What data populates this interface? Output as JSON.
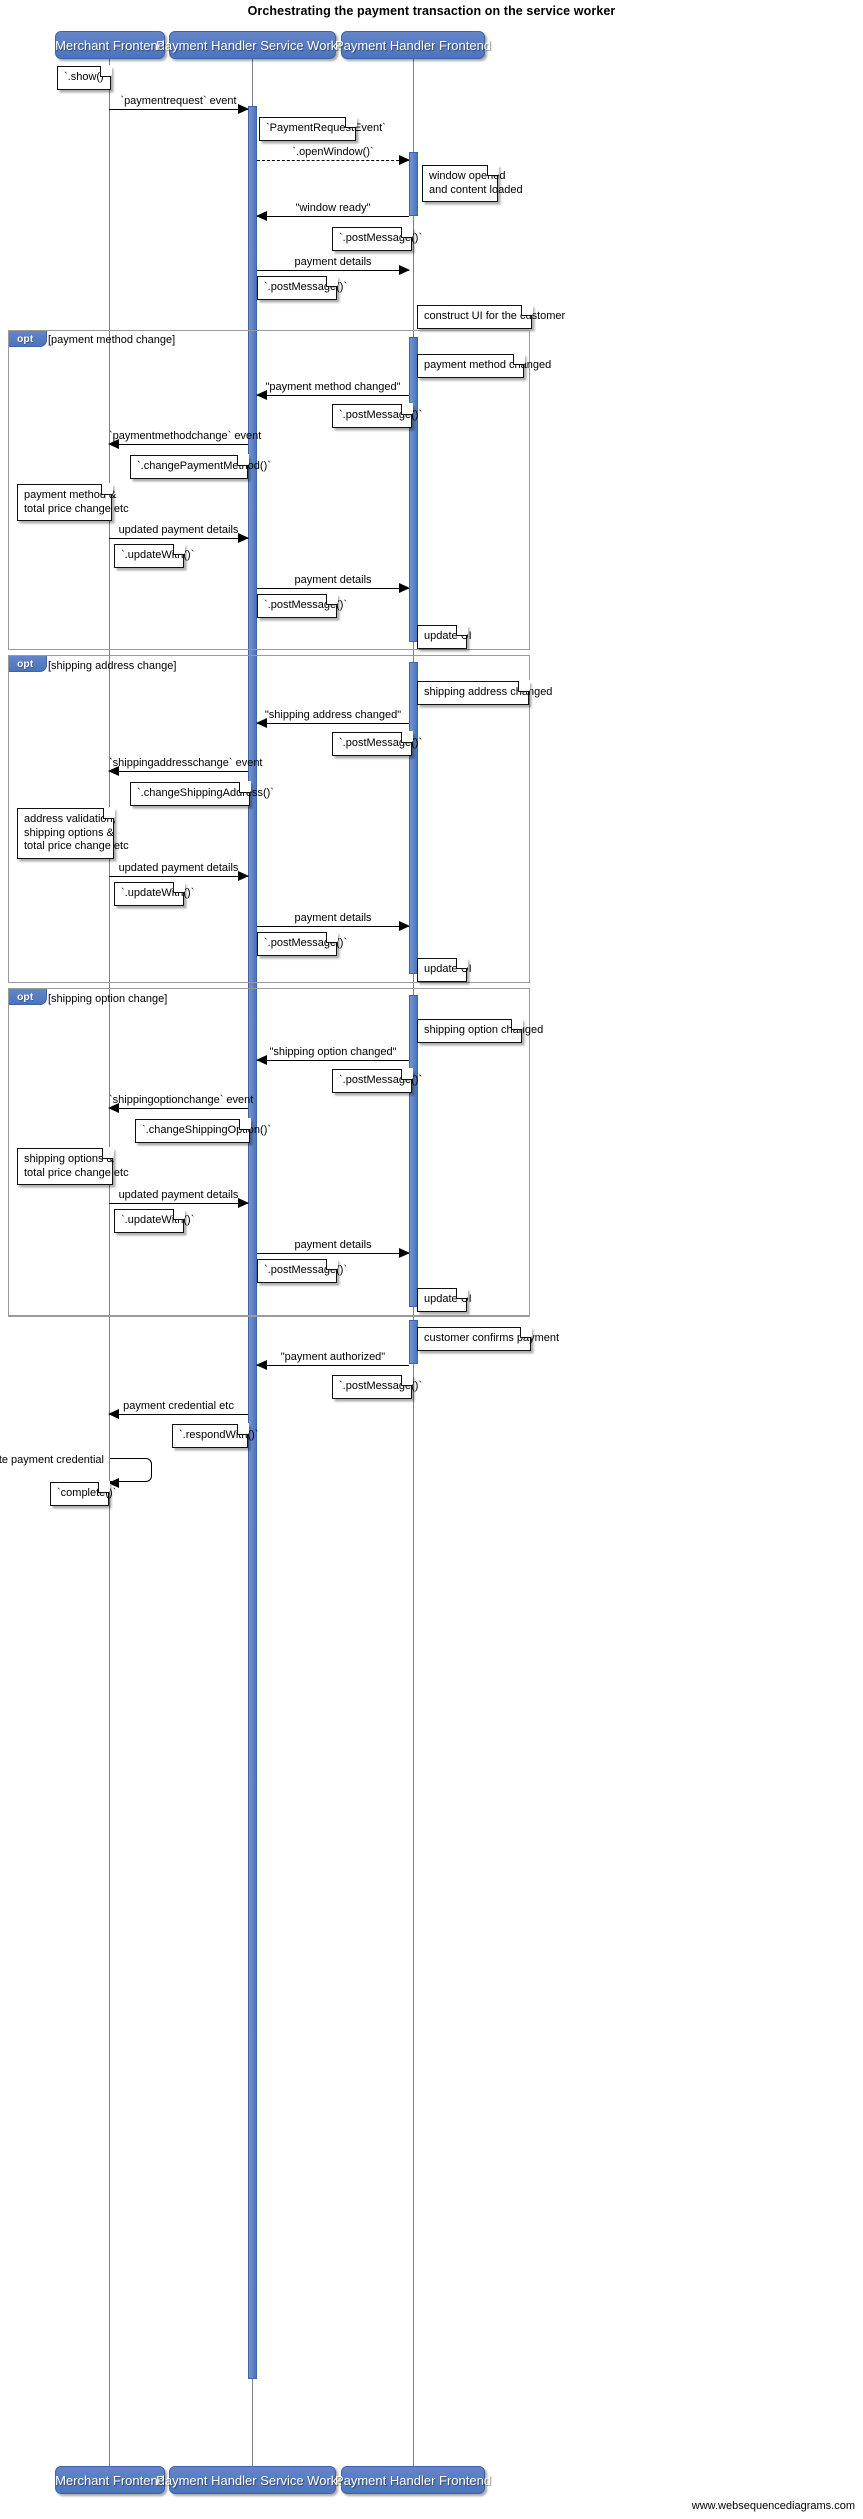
{
  "title": "Orchestrating the payment transaction on the service worker",
  "footer": "www.websequencediagrams.com",
  "colors": {
    "actor_fill": "#5b7fc4",
    "actor_border": "#3f63a8",
    "activation_fill": "#5b7fc4",
    "fragment_border": "#9a9a9a",
    "lifeline": "#808080",
    "note_border": "#111111",
    "text": "#000000"
  },
  "actors": [
    {
      "id": "merchant",
      "label": "Merchant Frontend"
    },
    {
      "id": "sw",
      "label": "Payment Handler Service Worker"
    },
    {
      "id": "phf",
      "label": "Payment Handler Frontend"
    }
  ],
  "fragments": [
    {
      "tab": "opt",
      "condition": "[payment method change]"
    },
    {
      "tab": "opt",
      "condition": "[shipping address change]"
    },
    {
      "tab": "opt",
      "condition": "[shipping option change]"
    }
  ],
  "messages": [
    {
      "id": "m1",
      "label": "`paymentrequest` event",
      "from": "merchant",
      "to": "sw",
      "style": "solid"
    },
    {
      "id": "m2",
      "label": "`.openWindow()`",
      "from": "sw",
      "to": "phf",
      "style": "dashed"
    },
    {
      "id": "m3",
      "label": "\"window ready\"",
      "from": "phf",
      "to": "sw",
      "style": "solid"
    },
    {
      "id": "m4",
      "label": "payment details",
      "from": "sw",
      "to": "phf",
      "style": "solid"
    },
    {
      "id": "m5",
      "label": "\"payment method changed\"",
      "from": "phf",
      "to": "sw",
      "style": "solid"
    },
    {
      "id": "m6",
      "label": "`paymentmethodchange` event",
      "from": "sw",
      "to": "merchant",
      "style": "solid"
    },
    {
      "id": "m7",
      "label": "updated payment details",
      "from": "merchant",
      "to": "sw",
      "style": "solid"
    },
    {
      "id": "m8",
      "label": "payment details",
      "from": "sw",
      "to": "phf",
      "style": "solid"
    },
    {
      "id": "m9",
      "label": "\"shipping address changed\"",
      "from": "phf",
      "to": "sw",
      "style": "solid"
    },
    {
      "id": "m10",
      "label": "`shippingaddresschange` event",
      "from": "sw",
      "to": "merchant",
      "style": "solid"
    },
    {
      "id": "m11",
      "label": "updated payment details",
      "from": "merchant",
      "to": "sw",
      "style": "solid"
    },
    {
      "id": "m12",
      "label": "payment details",
      "from": "sw",
      "to": "phf",
      "style": "solid"
    },
    {
      "id": "m13",
      "label": "\"shipping option changed\"",
      "from": "phf",
      "to": "sw",
      "style": "solid"
    },
    {
      "id": "m14",
      "label": "`shippingoptionchange` event",
      "from": "sw",
      "to": "merchant",
      "style": "solid"
    },
    {
      "id": "m15",
      "label": "updated payment details",
      "from": "merchant",
      "to": "sw",
      "style": "solid"
    },
    {
      "id": "m16",
      "label": "payment details",
      "from": "sw",
      "to": "phf",
      "style": "solid"
    },
    {
      "id": "m17",
      "label": "\"payment authorized\"",
      "from": "phf",
      "to": "sw",
      "style": "solid"
    },
    {
      "id": "m18",
      "label": "payment credential etc",
      "from": "sw",
      "to": "merchant",
      "style": "solid"
    },
    {
      "id": "m19",
      "label": "validate payment credential",
      "from": "merchant",
      "to": "merchant",
      "style": "self"
    }
  ],
  "notes": [
    {
      "id": "n1",
      "text": "`.show()`"
    },
    {
      "id": "n2",
      "text": "`PaymentRequestEvent`"
    },
    {
      "id": "n3",
      "text": "window opened\nand content loaded"
    },
    {
      "id": "n4",
      "text": "`.postMessage()`"
    },
    {
      "id": "n5",
      "text": "`.postMessage()`"
    },
    {
      "id": "n6",
      "text": "construct UI for the customer"
    },
    {
      "id": "n7",
      "text": "payment method changed"
    },
    {
      "id": "n8",
      "text": "`.postMessage()`"
    },
    {
      "id": "n9",
      "text": "`.changePaymentMethod()`"
    },
    {
      "id": "n10",
      "text": "payment method &\ntotal price change etc"
    },
    {
      "id": "n11",
      "text": "`.updateWith()`"
    },
    {
      "id": "n12",
      "text": "`.postMessage()`"
    },
    {
      "id": "n13",
      "text": "update UI"
    },
    {
      "id": "n14",
      "text": "shipping address changed"
    },
    {
      "id": "n15",
      "text": "`.postMessage()`"
    },
    {
      "id": "n16",
      "text": "`.changeShippingAddress()`"
    },
    {
      "id": "n17",
      "text": "address validation,\nshipping options &\ntotal price change etc"
    },
    {
      "id": "n18",
      "text": "`.updateWith()`"
    },
    {
      "id": "n19",
      "text": "`.postMessage()`"
    },
    {
      "id": "n20",
      "text": "update UI"
    },
    {
      "id": "n21",
      "text": "shipping option changed"
    },
    {
      "id": "n22",
      "text": "`.postMessage()`"
    },
    {
      "id": "n23",
      "text": "`.changeShippingOption()`"
    },
    {
      "id": "n24",
      "text": "shipping options &\ntotal price change etc"
    },
    {
      "id": "n25",
      "text": "`.updateWith()`"
    },
    {
      "id": "n26",
      "text": "`.postMessage()`"
    },
    {
      "id": "n27",
      "text": "update UI"
    },
    {
      "id": "n28",
      "text": "customer confirms payment"
    },
    {
      "id": "n29",
      "text": "`.postMessage()`"
    },
    {
      "id": "n30",
      "text": "`.respondWith()`"
    },
    {
      "id": "n31",
      "text": "`complete()`"
    }
  ]
}
